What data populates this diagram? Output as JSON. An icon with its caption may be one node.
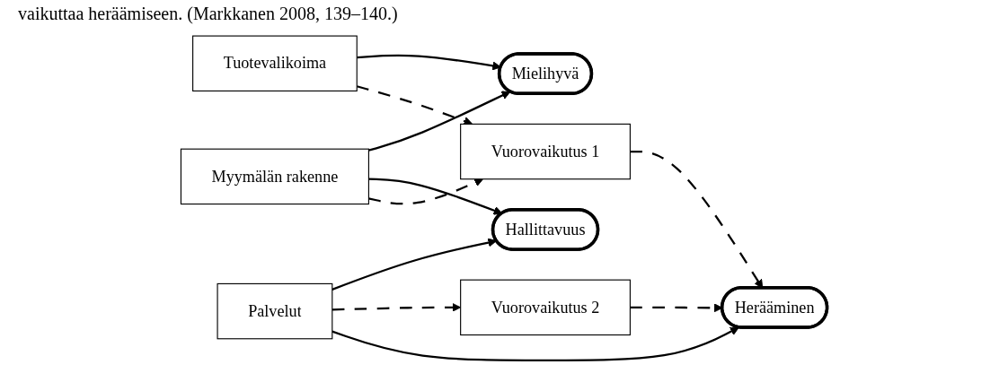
{
  "diagram": {
    "nodes": [
      {
        "text": [
          "Myymälän rakenne"
        ]
      },
      {
        "text": [
          "Tuotevalikoima"
        ]
      },
      {
        "text": [
          "Palvelut"
        ]
      },
      {
        "text": [
          "Vuorovaikutus 1"
        ]
      },
      {
        "text": [
          "Vuorovaikutus 2"
        ]
      },
      {
        "text": [
          "Mielihyvä"
        ]
      },
      {
        "text": [
          "Hallittavuus"
        ]
      },
      {
        "text": [
          "Herääminen"
        ]
      }
    ],
    "edges": [
      {
        "from": 0,
        "to": 5,
        "arrow": "to"
      },
      {
        "from": 0,
        "to": 6,
        "arrow": "to"
      },
      {
        "from": 0,
        "to": 3,
        "arrow": "to",
        "style": "dashed"
      },
      {
        "from": 1,
        "to": 5,
        "arrow": "to"
      },
      {
        "from": 1,
        "to": 3,
        "arrow": "to",
        "style": "dashed"
      },
      {
        "from": 3,
        "to": 7,
        "arrow": "to",
        "style": "dashed"
      },
      {
        "from": 2,
        "to": 6,
        "arrow": "to"
      },
      {
        "from": 2,
        "to": 4,
        "arrow": "to",
        "style": "dashed"
      },
      {
        "from": 4,
        "to": 7,
        "arrow": "to",
        "style": "dashed"
      },
      {
        "from": 2,
        "to": 7,
        "arrow": "to"
      }
    ],
    "labels": [
      "vaikuttaa heräämiseen. (Markkanen 2008, 139–140.)"
    ]
  }
}
